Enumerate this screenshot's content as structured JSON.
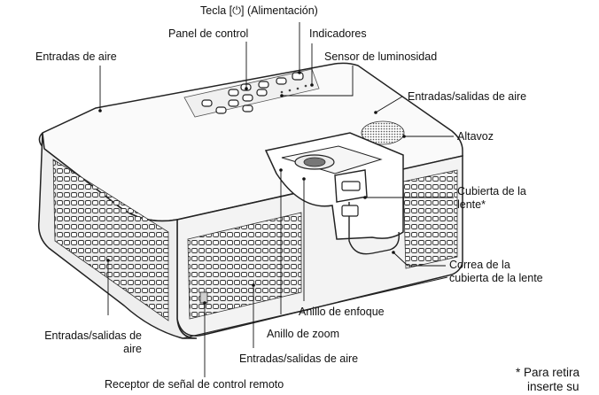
{
  "labels": {
    "power_key": "Tecla [⏻] (Alimentación)",
    "control_panel": "Panel de control",
    "indicators": "Indicadores",
    "air_intakes": "Entradas de aire",
    "light_sensor": "Sensor de luminosidad",
    "air_in_out_top": "Entradas/salidas de aire",
    "speaker": "Altavoz",
    "lens_cover_line1": "Cubierta de la",
    "lens_cover_line2": "lente*",
    "lens_strap_line1": "Correa de la",
    "lens_strap_line2": "cubierta de la lente",
    "focus_ring": "Anillo de enfoque",
    "zoom_ring": "Anillo de zoom",
    "air_in_out_left_line1": "Entradas/salidas de",
    "air_in_out_left_line2": "aire",
    "air_in_out_bottom": "Entradas/salidas de aire",
    "remote_receiver": "Receptor de señal de control remoto",
    "footnote_line1": "* Para retira",
    "footnote_line2": "inserte su"
  },
  "icons": [
    "power-icon"
  ],
  "colors": {
    "body_outline": "#222222",
    "leader_line": "#111111",
    "background": "#ffffff"
  }
}
